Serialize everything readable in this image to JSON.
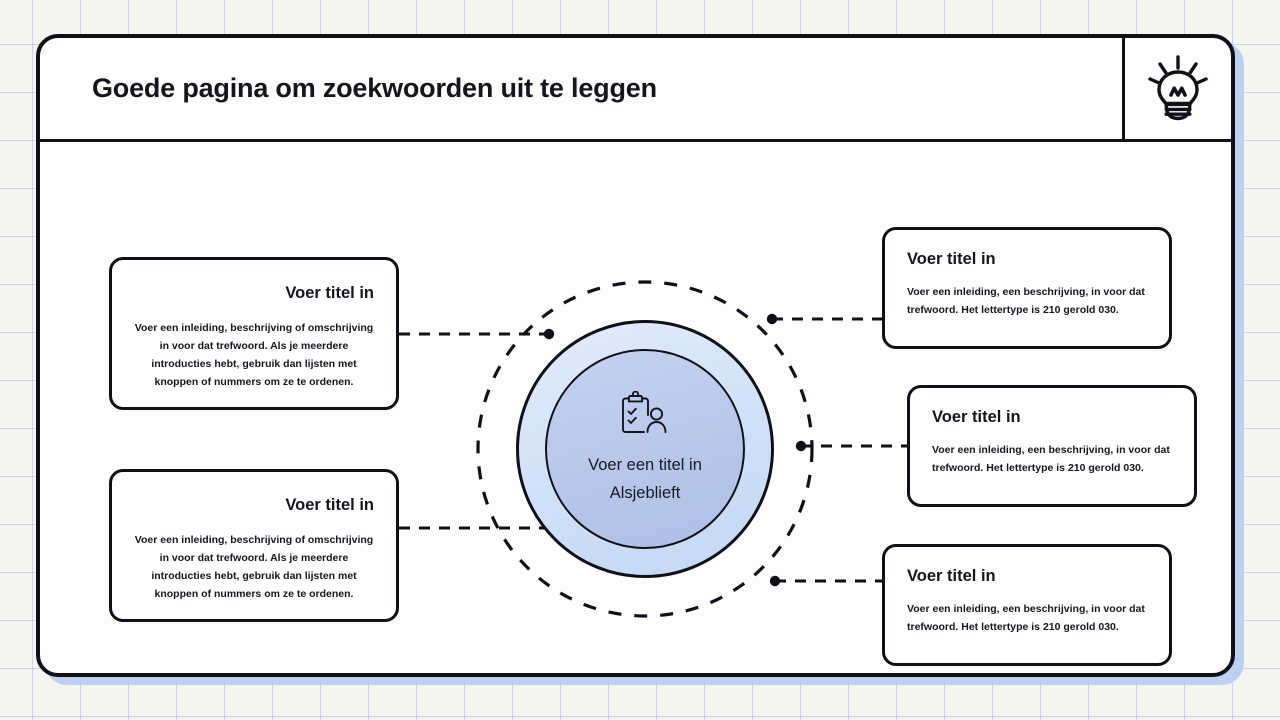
{
  "slide": {
    "header": {
      "title": "Goede pagina om zoekwoorden uit te leggen",
      "icon": "lightbulb-icon"
    }
  },
  "hub": {
    "icon": "clipboard-check-person-icon",
    "label": "Voer een titel in\nAlsjeblieft"
  },
  "left_cards": [
    {
      "title": "Voer titel in",
      "body": "Voer een inleiding, beschrijving of omschrijving in voor dat trefwoord. Als je meerdere introducties hebt, gebruik dan lijsten met knoppen of nummers om ze te ordenen."
    },
    {
      "title": "Voer titel in",
      "body": "Voer een inleiding, beschrijving of omschrijving in voor dat trefwoord. Als je meerdere introducties hebt, gebruik dan lijsten met knoppen of nummers om ze te ordenen."
    }
  ],
  "right_cards": [
    {
      "title": "Voer titel in",
      "body": "Voer een inleiding, een beschrijving, in voor dat trefwoord. Het lettertype is 210 gerold 030."
    },
    {
      "title": "Voer titel in",
      "body": "Voer een inleiding, een beschrijving, in voor dat trefwoord. Het lettertype is 210 gerold 030."
    },
    {
      "title": "Voer titel in",
      "body": "Voer een inleiding, een beschrijving, in voor dat trefwoord. Het lettertype is 210 gerold 030."
    }
  ],
  "colors": {
    "page_background": "#f4f4f1",
    "grid_line": "#969be6",
    "frame_border": "#111018",
    "frame_shadow": "#bed0f2",
    "hub_outer_ring": "#cfe0f7",
    "hub_inner_circle": "#b6c6ea",
    "text": "#16151d"
  }
}
